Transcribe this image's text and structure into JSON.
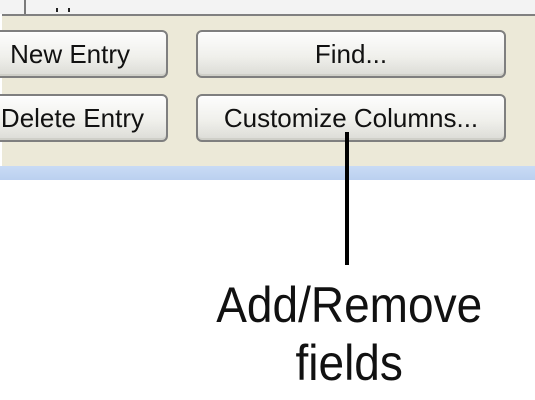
{
  "buttons": {
    "new_entry": "New Entry",
    "delete_entry": "Delete Entry",
    "find": "Find...",
    "customize_columns": "Customize Columns..."
  },
  "callout": {
    "line1": "Add/Remove",
    "line2": "fields"
  }
}
